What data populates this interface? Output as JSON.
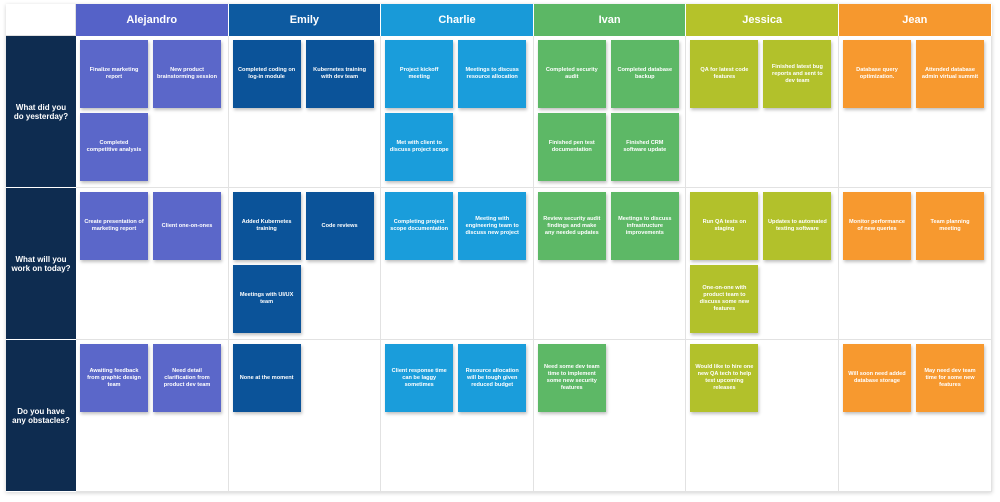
{
  "columns": [
    {
      "name": "Alejandro",
      "header_color": "#5562c8",
      "note_color": "#5b67c9"
    },
    {
      "name": "Emily",
      "header_color": "#0d5aa0",
      "note_color": "#0b5399"
    },
    {
      "name": "Charlie",
      "header_color": "#199ad8",
      "note_color": "#1a9ddb"
    },
    {
      "name": "Ivan",
      "header_color": "#5cb765",
      "note_color": "#5db866"
    },
    {
      "name": "Jessica",
      "header_color": "#b5c22a",
      "note_color": "#b2c12b"
    },
    {
      "name": "Jean",
      "header_color": "#f6982e",
      "note_color": "#f7992f"
    }
  ],
  "rows": [
    {
      "label": "What did you do yesterday?"
    },
    {
      "label": "What will you work on today?"
    },
    {
      "label": "Do you have any obstacles?"
    }
  ],
  "notes": {
    "r0": [
      [
        "Finalize marketing report",
        "New product brainstorming session",
        "Completed competitive analysis"
      ],
      [
        "Completed coding on log-in module",
        "Kubernetes training with dev team"
      ],
      [
        "Project kickoff meeting",
        "Meetings to discuss resource allocation",
        "Met with client to discuss project scope"
      ],
      [
        "Completed security audit",
        "Completed database backup",
        "Finished pen test documentation",
        "Finished CRM software update"
      ],
      [
        "QA for latest code features",
        "Finished latest bug reports and sent to dev team"
      ],
      [
        "Database query optimization.",
        "Attended database admin virtual summit"
      ]
    ],
    "r1": [
      [
        "Create presentation of marketing report",
        "Client one-on-ones"
      ],
      [
        "Added Kubernetes training",
        "Code reviews",
        "Meetings with UI/UX team"
      ],
      [
        "Completing project scope documentation",
        "Meeting with engineering team to discuss new project"
      ],
      [
        "Review security audit findings and make any needed updates",
        "Meetings to discuss infrastructure improvements"
      ],
      [
        "Run QA tests on staging",
        "Updates to automated testing software",
        "One-on-one with product team to discuss some new features"
      ],
      [
        "Monitor performance of new queries",
        "Team planning meeting"
      ]
    ],
    "r2": [
      [
        "Awaiting feedback from graphic design team",
        "Need detail clarification from product dev team"
      ],
      [
        "None  at the moment"
      ],
      [
        "Client response time can be laggy sometimes",
        "Resource allocation will be tough given reduced budget"
      ],
      [
        "Need some dev team time to implement some new security features"
      ],
      [
        "Would like to hire one new QA tech to help  test upcoming releases"
      ],
      [
        "Will soon need added database storage",
        "May need dev team time for some new features"
      ]
    ]
  }
}
